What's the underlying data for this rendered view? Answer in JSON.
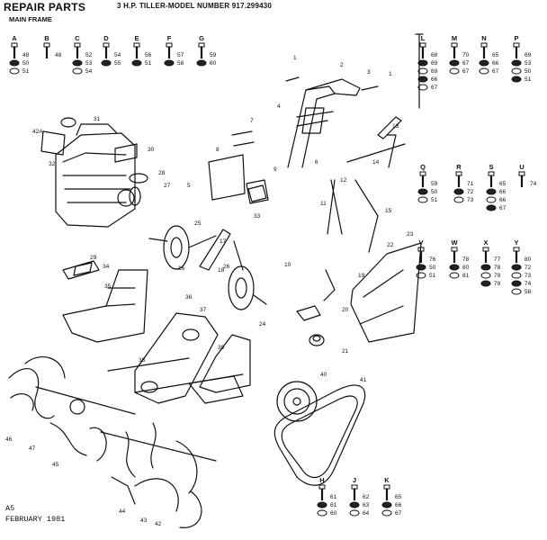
{
  "header": {
    "title": "REPAIR PARTS",
    "subtitle": "3 H.P. TILLER-MODEL NUMBER 917.299430",
    "section": "MAIN FRAME"
  },
  "footer": {
    "code": "A5",
    "date": "FEBRUARY 1981"
  },
  "hardware_groups": [
    {
      "letter": "A",
      "parts": [
        "48",
        "50",
        "51"
      ]
    },
    {
      "letter": "B",
      "parts": [
        "48"
      ]
    },
    {
      "letter": "C",
      "parts": [
        "52",
        "53",
        "54"
      ]
    },
    {
      "letter": "D",
      "parts": [
        "54",
        "55"
      ]
    },
    {
      "letter": "E",
      "parts": [
        "56",
        "51"
      ]
    },
    {
      "letter": "F",
      "parts": [
        "57",
        "58"
      ]
    },
    {
      "letter": "G",
      "parts": [
        "59",
        "60"
      ]
    },
    {
      "letter": "L",
      "parts": [
        "68",
        "69",
        "69",
        "66",
        "67"
      ]
    },
    {
      "letter": "M",
      "parts": [
        "70",
        "67",
        "67"
      ]
    },
    {
      "letter": "N",
      "parts": [
        "65",
        "66",
        "67"
      ]
    },
    {
      "letter": "P",
      "parts": [
        "69",
        "53",
        "50",
        "51"
      ]
    },
    {
      "letter": "Q",
      "parts": [
        "59",
        "50",
        "51"
      ]
    },
    {
      "letter": "R",
      "parts": [
        "71",
        "72",
        "73"
      ]
    },
    {
      "letter": "S",
      "parts": [
        "65",
        "66",
        "66",
        "67"
      ]
    },
    {
      "letter": "U",
      "parts": [
        "74"
      ]
    },
    {
      "letter": "V",
      "parts": [
        "76",
        "50",
        "51"
      ]
    },
    {
      "letter": "W",
      "parts": [
        "78",
        "80",
        "81"
      ]
    },
    {
      "letter": "X",
      "parts": [
        "77",
        "78",
        "79",
        "79"
      ]
    },
    {
      "letter": "Y",
      "parts": [
        "80",
        "72",
        "73",
        "74",
        "58"
      ]
    },
    {
      "letter": "H",
      "parts": [
        "61",
        "61",
        "60"
      ]
    },
    {
      "letter": "J",
      "parts": [
        "62",
        "63",
        "64"
      ]
    },
    {
      "letter": "K",
      "parts": [
        "65",
        "66",
        "67"
      ]
    }
  ],
  "callouts": [
    "1",
    "2",
    "3",
    "1",
    "4",
    "5",
    "6",
    "7",
    "8",
    "9",
    "10",
    "11",
    "12",
    "13",
    "14",
    "15",
    "16",
    "17",
    "18",
    "19",
    "20",
    "21",
    "22",
    "23",
    "24",
    "25",
    "26",
    "27",
    "28",
    "29",
    "30",
    "31",
    "32",
    "33",
    "34",
    "35",
    "36",
    "37",
    "38",
    "39",
    "40",
    "41",
    "42",
    "42A",
    "43",
    "44",
    "45",
    "46",
    "47"
  ]
}
